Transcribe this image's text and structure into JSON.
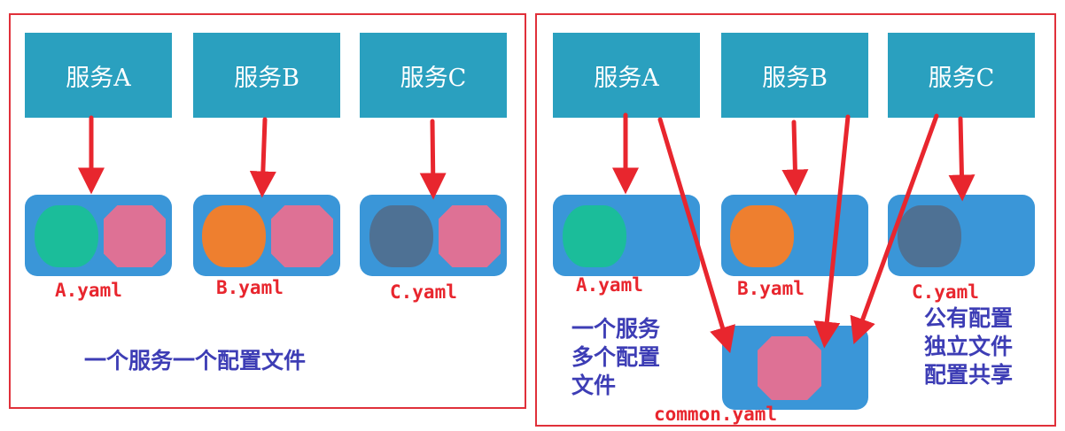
{
  "colors": {
    "panel_border": "#e0303a",
    "service_box": "#2aa0bf",
    "config_box": "#3a96d8",
    "green": "#1bbd9a",
    "pink": "#de7195",
    "orange": "#ee7f2f",
    "slate": "#4e7194",
    "arrow": "#e8262e",
    "note_text": "#3d3db5"
  },
  "left_panel": {
    "services": [
      "服务A",
      "服务B",
      "服务C"
    ],
    "configs": [
      "A.yaml",
      "B.yaml",
      "C.yaml"
    ],
    "caption": "一个服务一个配置文件"
  },
  "right_panel": {
    "services": [
      "服务A",
      "服务B",
      "服务C"
    ],
    "configs": [
      "A.yaml",
      "B.yaml",
      "C.yaml"
    ],
    "shared_config": "common.yaml",
    "note_left": [
      "一个服务",
      "多个配置",
      "文件"
    ],
    "note_right": [
      "公有配置",
      "独立文件",
      "配置共享"
    ]
  }
}
